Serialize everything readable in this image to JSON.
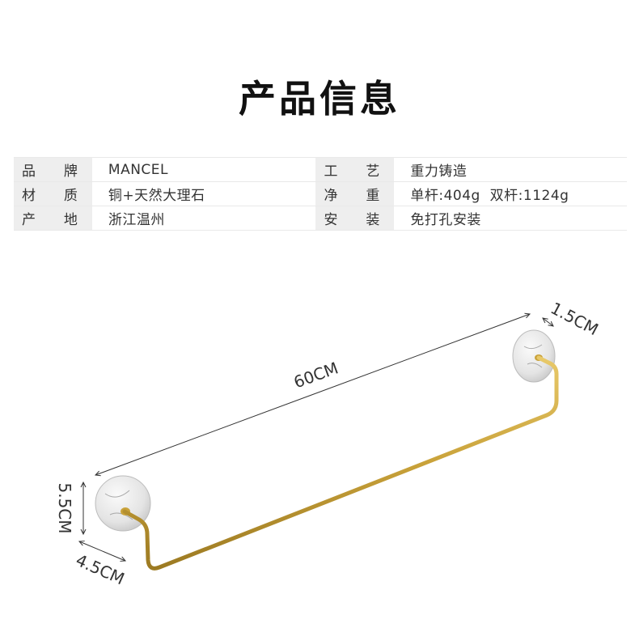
{
  "title": "产品信息",
  "specs": [
    {
      "left_label": "品牌",
      "left_value": "MANCEL",
      "right_label": "工艺",
      "right_value": "重力铸造"
    },
    {
      "left_label": "材质",
      "left_value": "铜+天然大理石",
      "right_label": "净重",
      "right_value": "单杆:404g  双杆:1124g"
    },
    {
      "left_label": "产地",
      "left_value": "浙江温州",
      "right_label": "安装",
      "right_value": "免打孔安装"
    }
  ],
  "dimensions": {
    "length": "60CM",
    "base_thickness": "1.5CM",
    "height": "5.5CM",
    "depth": "4.5CM"
  },
  "colors": {
    "gold": "#c9a23a",
    "marble": "#e6e6e6",
    "label_bg": "#eeeeee"
  }
}
